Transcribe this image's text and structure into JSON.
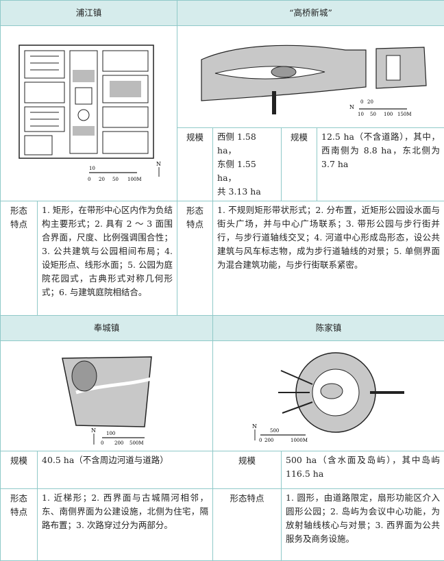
{
  "top": {
    "left_title": "浦江镇",
    "right_title": "“高桥新城”",
    "pujiang_scale": {
      "s0": "0",
      "s20": "20",
      "s50": "50",
      "s100": "100M",
      "s10": "10",
      "north": "N"
    },
    "gaoqiao_scale": {
      "s0": "0",
      "s10": "10",
      "s20": "20",
      "s50": "50",
      "s100": "100",
      "s150": "150M",
      "north": "N"
    },
    "gaoqiao_size_label1": "规模",
    "gaoqiao_size_text1": [
      "西侧 1.58 ha，",
      "东侧 1.55 ha，",
      "共 3.13 ha"
    ],
    "gaoqiao_size_label2": "规模",
    "gaoqiao_size_text2": "12.5 ha（不含道路），其中，西南侧为 8.8 ha，东北侧为 3.7 ha",
    "pujiang_feature_label": "形态特点",
    "pujiang_feature_text": "1. 矩形，在带形中心区内作为负结构主要形式；2. 具有 2 ～ 3 面围合界面，尺度、比例强调围合性；3. 公共建筑与公园相间布局；4. 设矩形点、线形水面；5. 公园为庭院花园式，古典形式对称几何形式；6. 与建筑庭院相结合。",
    "gaoqiao_feature_label": "形态特点",
    "gaoqiao_feature_text": "1. 不规则矩形带状形式；2. 分布置，近矩形公园设水面与街头广场，并与中心广场联系；3. 带形公园与步行街并行，与步行道轴线交叉；4. 河道中心形成岛形态，设公共建筑与风车标志物，成为步行道轴线的对景；5. 单侧界面为混合建筑功能，与步行街联系紧密。"
  },
  "bottom": {
    "left_title": "奉城镇",
    "right_title": "陈家镇",
    "fengcheng_scale": {
      "s0": "0",
      "s100": "100",
      "s200": "200",
      "s500": "500M",
      "north": "N"
    },
    "chenjia_scale": {
      "s0": "0",
      "s200": "200",
      "s500": "500",
      "s1000": "1000M",
      "north": "N"
    },
    "fengcheng_size_label": "规模",
    "fengcheng_size_text": "40.5 ha（不含周边河道与道路）",
    "chenjia_size_label": "规模",
    "chenjia_size_text": "500 ha（含水面及岛屿），其中岛屿 116.5 ha",
    "fengcheng_feature_label": "形态特点",
    "fengcheng_feature_text": "1. 近梯形；2. 西界面与古城隔河相邻，东、南侧界面为公建设施，北侧为住宅，隔路布置；3. 次路穿过分为两部分。",
    "chenjia_feature_label": "形态特点",
    "chenjia_feature_text": "1. 圆形，由道路限定，扇形功能区介入圆形公园；2. 岛屿为会议中心功能，为放射轴线核心与对景；3. 西界面为公共服务及商务设施。"
  },
  "colors": {
    "border": "#8fc9c8",
    "header_bg": "#d6ecec",
    "park_fill": "#bfbfbf",
    "line": "#222222"
  }
}
